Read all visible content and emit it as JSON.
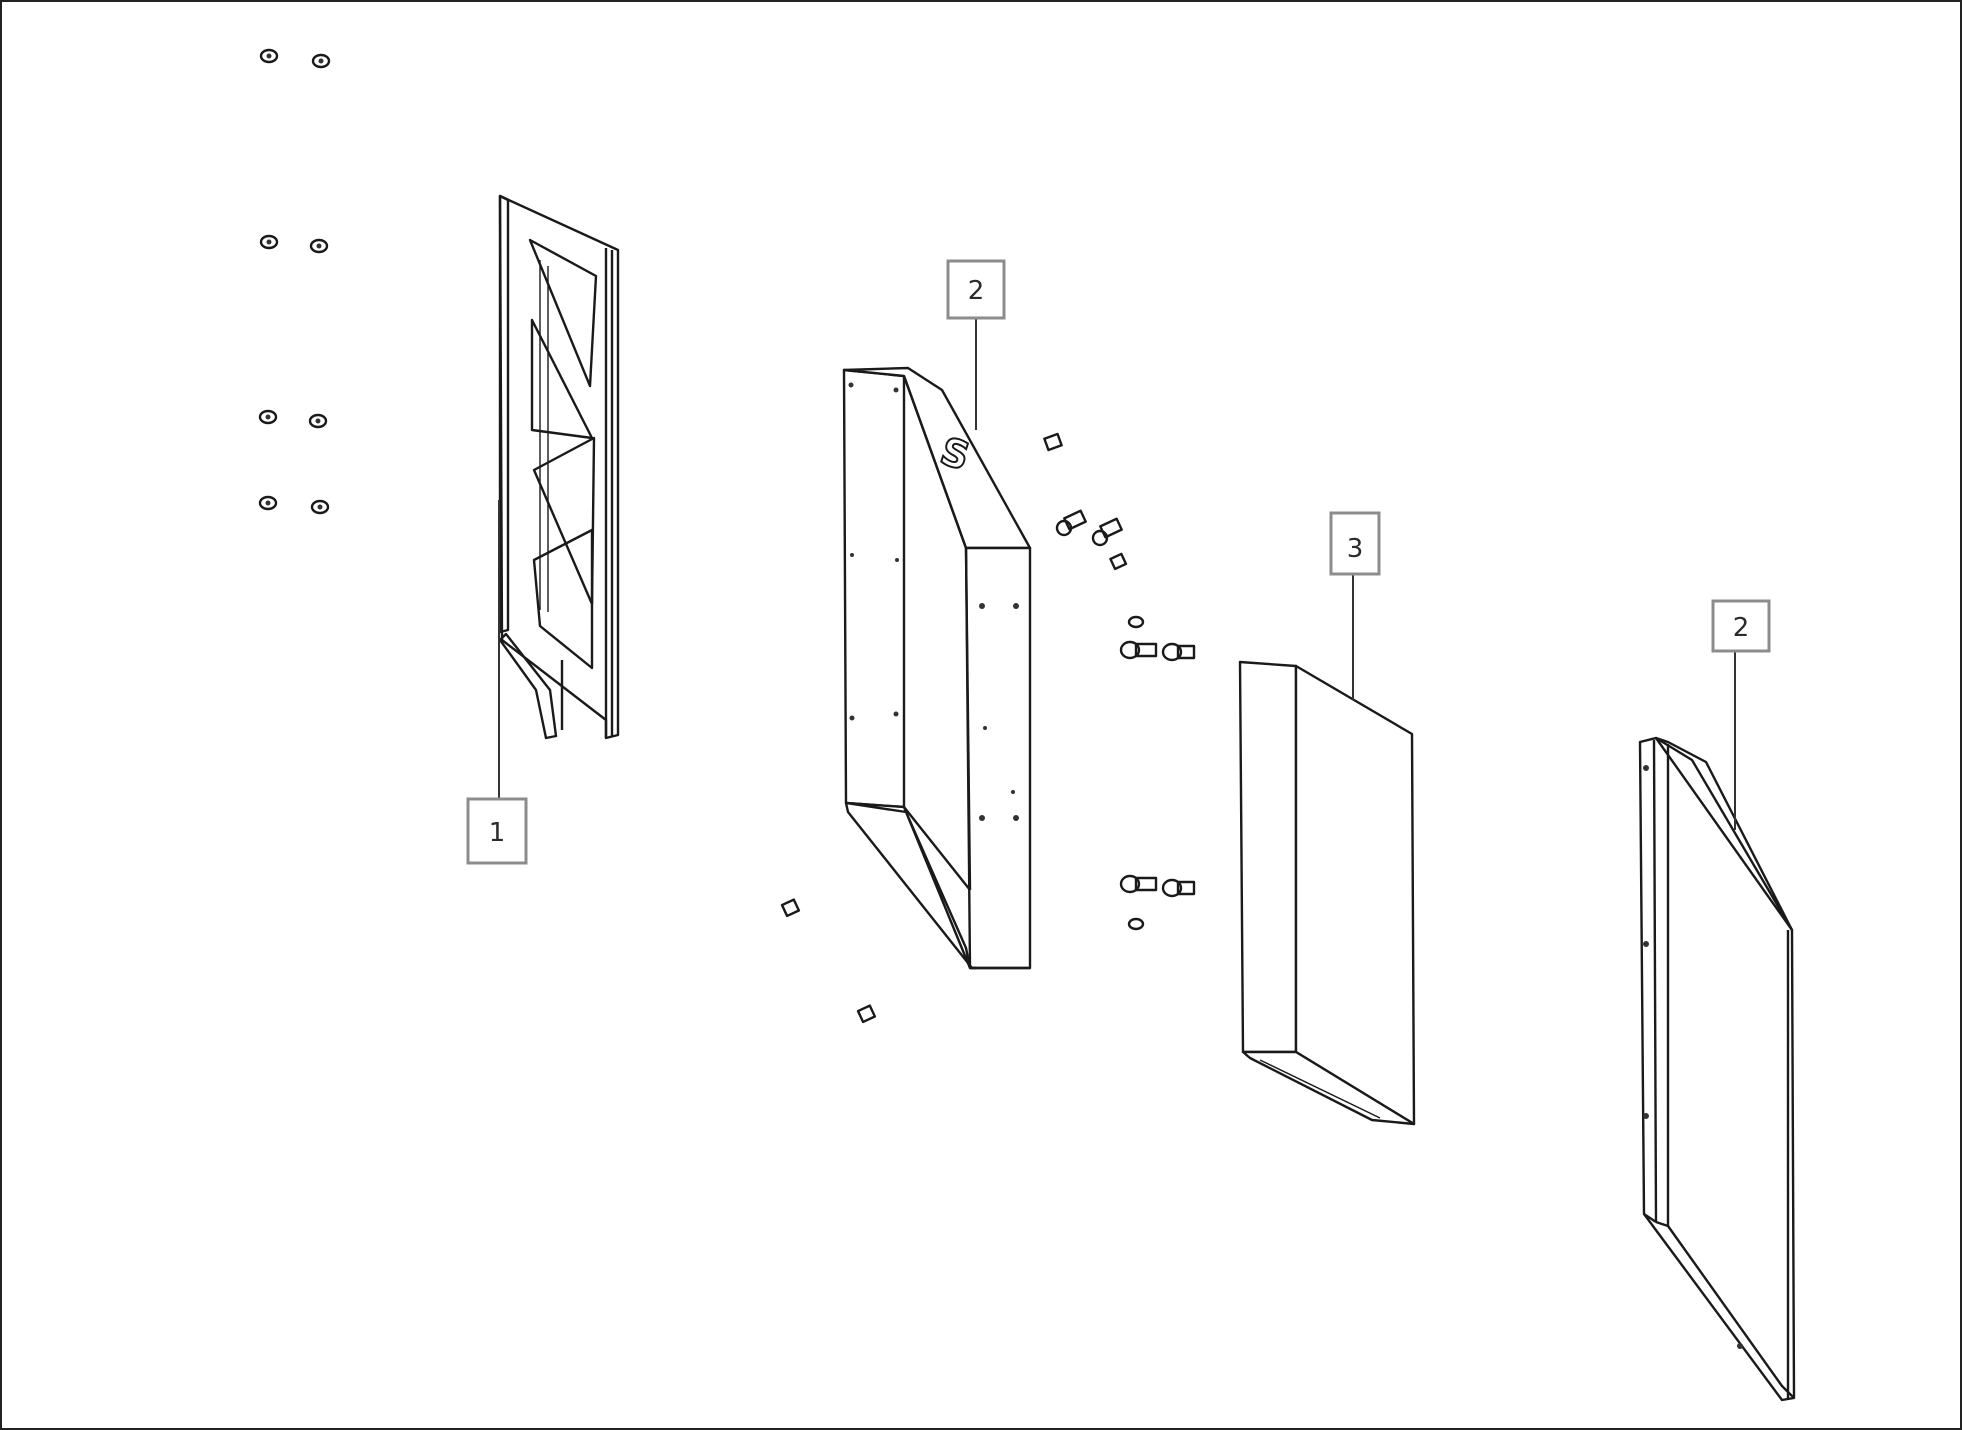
{
  "callouts": [
    {
      "id": "callout-1",
      "label": "1"
    },
    {
      "id": "callout-2a",
      "label": "2"
    },
    {
      "id": "callout-3",
      "label": "3"
    },
    {
      "id": "callout-2b",
      "label": "2"
    }
  ],
  "colors": {
    "background": "#ffffff",
    "line": "#1a1a1a",
    "callout_border": "#8c8c8c"
  }
}
